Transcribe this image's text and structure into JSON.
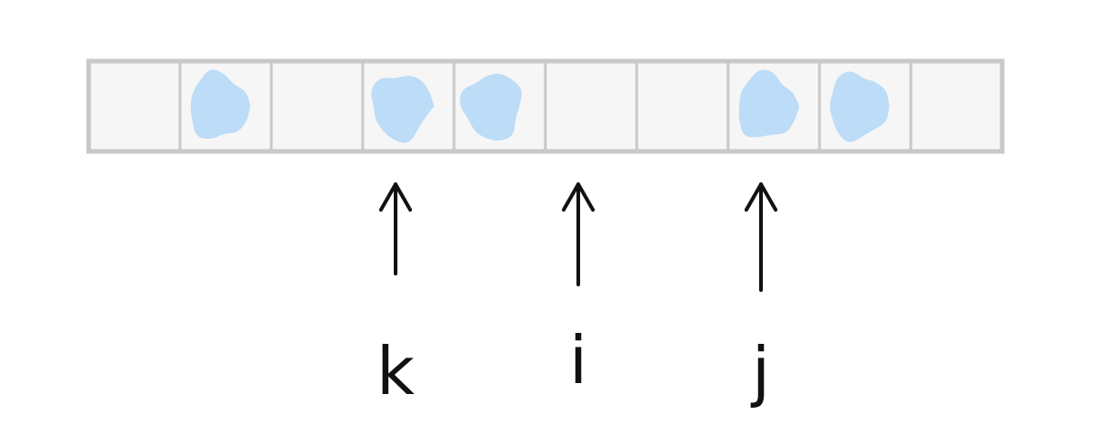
{
  "array": {
    "cell_count": 10,
    "filled_cells": [
      1,
      3,
      4,
      7,
      8
    ],
    "cell_fill_color": "#f6f6f6",
    "cell_border_color": "#c8c8c8",
    "blob_color": "#bcdcf7"
  },
  "pointers": [
    {
      "label": "k",
      "cell": 3
    },
    {
      "label": "i",
      "cell": 5
    },
    {
      "label": "j",
      "cell": 7
    }
  ],
  "colors": {
    "ink": "#111111"
  }
}
